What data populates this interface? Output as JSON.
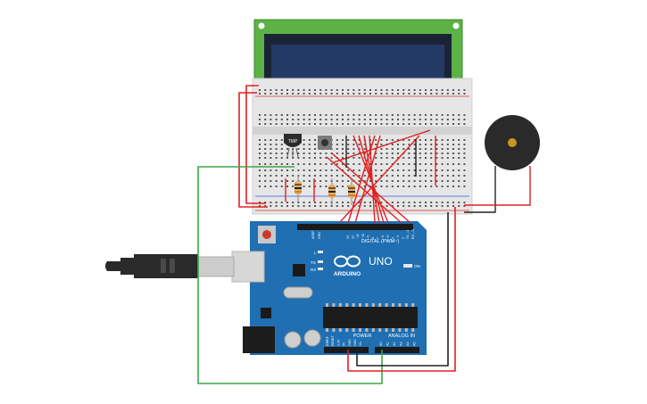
{
  "board": {
    "brand": "ARDUINO",
    "model": "UNO",
    "digital_header": "DIGITAL (PWM~)",
    "power_header": "POWER",
    "analog_header": "ANALOG IN",
    "tx_label": "TX",
    "rx_label": "RX",
    "l_label": "L",
    "on_label": "ON",
    "aref": "AREF",
    "gnd": "GND",
    "digital_pins": [
      "13",
      "12",
      "~11",
      "~10",
      "~9",
      "8",
      "7",
      "~6",
      "~5",
      "4",
      "~3",
      "2",
      "TX→1",
      "RX←0"
    ],
    "power_pins": [
      "IOREF",
      "RESET",
      "3.3V",
      "5V",
      "GND",
      "GND",
      "Vin"
    ],
    "analog_pins": [
      "A0",
      "A1",
      "A2",
      "A3",
      "A4",
      "A5"
    ]
  },
  "sensor": {
    "label": "TMP"
  },
  "colors": {
    "board_blue": "#1f6fb2",
    "lcd_green": "#5db246",
    "lcd_screen": "#20304f",
    "wire_red": "#e02020",
    "wire_black": "#222222",
    "wire_green": "#3aa948",
    "breadboard": "#e6e6e6"
  }
}
